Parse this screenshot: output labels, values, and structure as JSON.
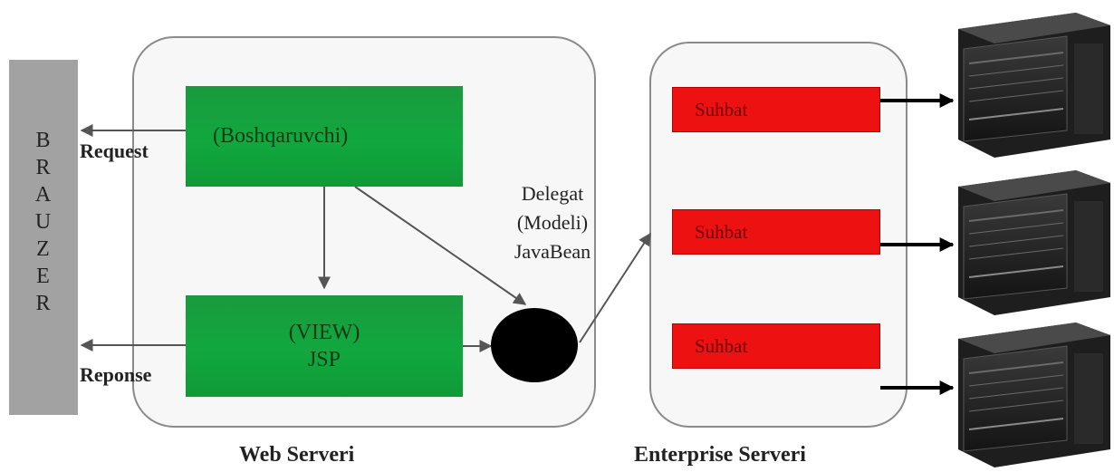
{
  "browser": {
    "letters": [
      "B",
      "R",
      "A",
      "U",
      "Z",
      "E",
      "R"
    ]
  },
  "web_server": {
    "label": "Web Serveri",
    "controller_label": "(Boshqaruvchi)",
    "view_line1": "(VIEW)",
    "view_line2": "JSP"
  },
  "delegate": {
    "line1": "Delegat",
    "line2": "(Modeli)",
    "line3": "JavaBean"
  },
  "arrows": {
    "request_label": "Request",
    "response_label": "Reponse"
  },
  "enterprise_server": {
    "label": "Enterprise Serveri",
    "session_labels": [
      "Suhbat",
      "Suhbat",
      "Suhbat"
    ]
  },
  "colors": {
    "browser_bar": "#a2a2a2",
    "controller_green": "#11a83e",
    "session_red": "#ee1111",
    "arrow_gray": "#555555"
  },
  "icons": [
    "server-rack-icon",
    "server-rack-icon",
    "server-rack-icon"
  ]
}
